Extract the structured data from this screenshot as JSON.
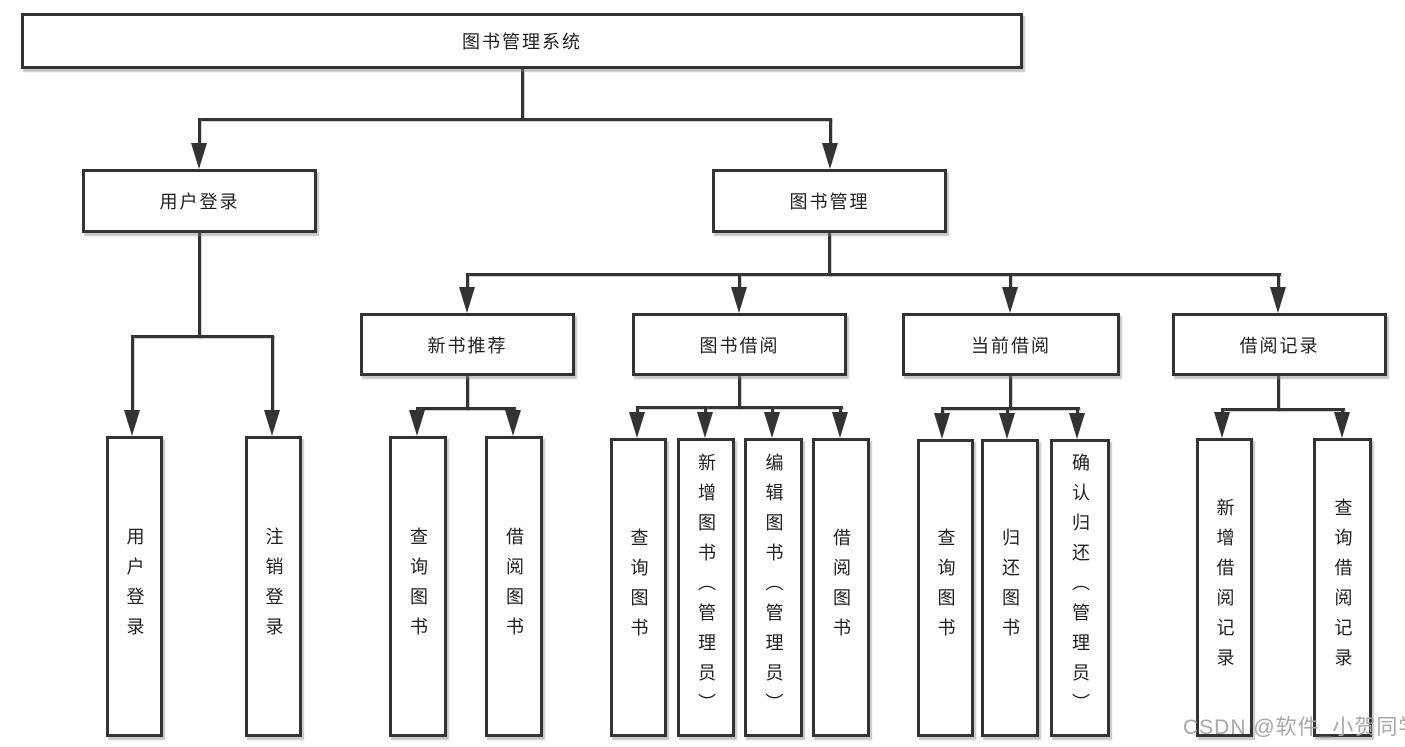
{
  "tree": {
    "root": "图书管理系统",
    "branches": [
      {
        "label": "用户登录",
        "children": [
          "用户登录",
          "注销登录"
        ]
      },
      {
        "label": "图书管理",
        "sections": [
          {
            "label": "新书推荐",
            "children": [
              "查询图书",
              "借阅图书"
            ]
          },
          {
            "label": "图书借阅",
            "children": [
              "查询图书",
              "新增图书（管理员）",
              "编辑图书（管理员）",
              "借阅图书"
            ]
          },
          {
            "label": "当前借阅",
            "children": [
              "查询图书",
              "归还图书",
              "确认归还（管理员）"
            ]
          },
          {
            "label": "借阅记录",
            "children": [
              "新增借阅记录",
              "查询借阅记录"
            ]
          }
        ]
      }
    ]
  },
  "colors": {
    "line": "#333333",
    "text": "#1f1f1f",
    "watermark": "#a8a8a8"
  },
  "watermark": {
    "text": "CSDN @软件_小贺同学"
  }
}
